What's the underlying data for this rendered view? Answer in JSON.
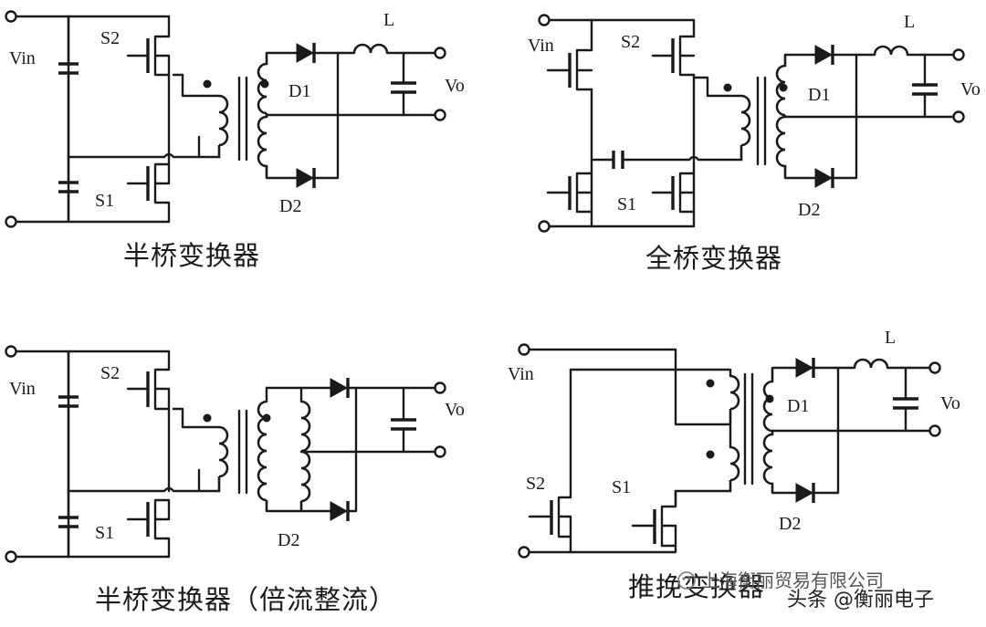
{
  "labels": {
    "vin": "Vin",
    "vo": "Vo",
    "s1": "S1",
    "s2": "S2",
    "d1": "D1",
    "d2": "D2",
    "l": "L"
  },
  "captions": {
    "half_bridge": "半桥变换器",
    "full_bridge": "全桥变换器",
    "half_bridge_current_doubler": "半桥变换器（倍流整流）",
    "push_pull": "推挽变换器"
  },
  "watermark": {
    "company": "上海衡丽贸易有限公司",
    "source": "头条 @衡丽电子"
  }
}
